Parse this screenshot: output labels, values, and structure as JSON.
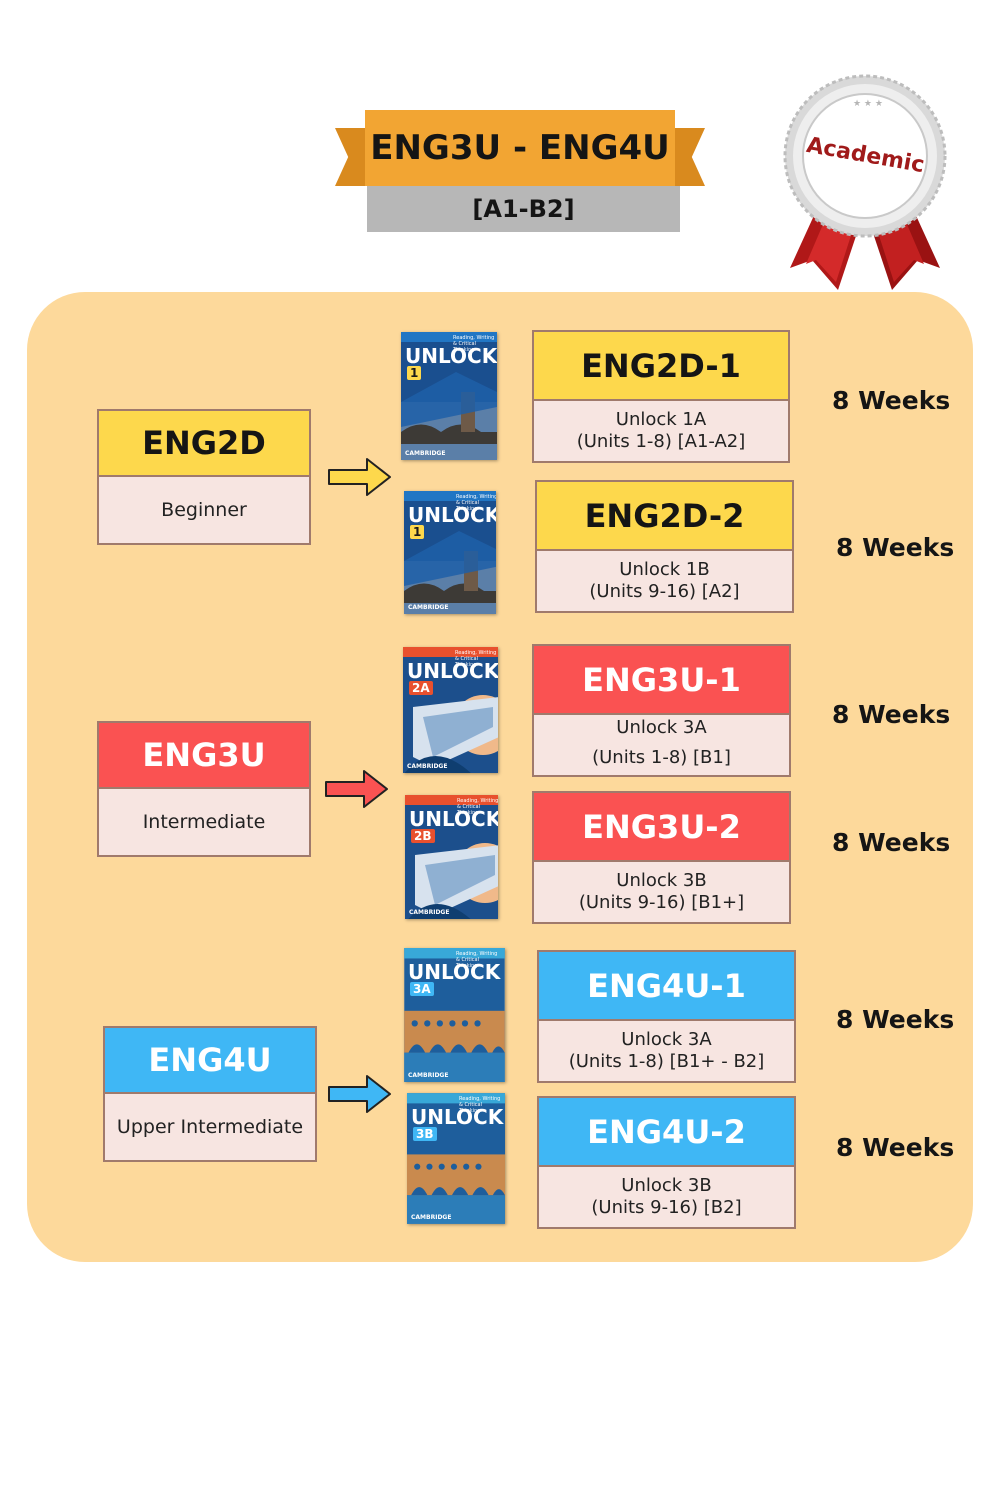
{
  "header": {
    "title": "ENG3U - ENG4U",
    "levels": "[A1-B2]"
  },
  "badge": {
    "label": "Academic"
  },
  "colors": {
    "yellow": "#fdd84c",
    "red": "#fa5252",
    "blue": "#3fb7f5",
    "panel": "#fdd99b",
    "ribbon": "#f2a533"
  },
  "levels": [
    {
      "code": "ENG2D",
      "name": "Beginner",
      "color": "yellow"
    },
    {
      "code": "ENG3U",
      "name": "Intermediate",
      "color": "red"
    },
    {
      "code": "ENG4U",
      "name": "Upper Intermediate",
      "color": "blue"
    }
  ],
  "courses": [
    {
      "code": "ENG2D-1",
      "line1": "Unlock 1A",
      "line2": "(Units 1-8) [A1-A2]",
      "duration": "8 Weeks"
    },
    {
      "code": "ENG2D-2",
      "line1": "Unlock 1B",
      "line2": "(Units 9-16) [A2]",
      "duration": "8 Weeks"
    },
    {
      "code": "ENG3U-1",
      "line1": "Unlock 3A",
      "line2": "(Units 1-8) [B1]",
      "duration": "8 Weeks"
    },
    {
      "code": "ENG3U-2",
      "line1": "Unlock 3B",
      "line2": "(Units 9-16) [B1+]",
      "duration": "8 Weeks"
    },
    {
      "code": "ENG4U-1",
      "line1": "Unlock 3A",
      "line2": "(Units 1-8) [B1+ - B2]",
      "duration": "8 Weeks"
    },
    {
      "code": "ENG4U-2",
      "line1": "Unlock 3B",
      "line2": "(Units 9-16) [B2]",
      "duration": "8 Weeks"
    }
  ],
  "books": [
    {
      "title": "UNLOCK",
      "number": "1",
      "tagline": "Reading, Writing & Critical Thinking",
      "publisher": "CAMBRIDGE",
      "theme": "bridge"
    },
    {
      "title": "UNLOCK",
      "number": "1",
      "tagline": "Reading, Writing & Critical Thinking",
      "publisher": "CAMBRIDGE",
      "theme": "bridge"
    },
    {
      "title": "UNLOCK",
      "number": "2A",
      "tagline": "Reading, Writing & Critical Thinking",
      "publisher": "CAMBRIDGE",
      "theme": "sky"
    },
    {
      "title": "UNLOCK",
      "number": "2B",
      "tagline": "Reading, Writing & Critical Thinking",
      "publisher": "CAMBRIDGE",
      "theme": "sky"
    },
    {
      "title": "UNLOCK",
      "number": "3A",
      "tagline": "Reading, Writing & Critical Thinking",
      "publisher": "CAMBRIDGE",
      "theme": "aqueduct"
    },
    {
      "title": "UNLOCK",
      "number": "3B",
      "tagline": "Reading, Writing & Critical Thinking",
      "publisher": "CAMBRIDGE",
      "theme": "aqueduct"
    }
  ]
}
